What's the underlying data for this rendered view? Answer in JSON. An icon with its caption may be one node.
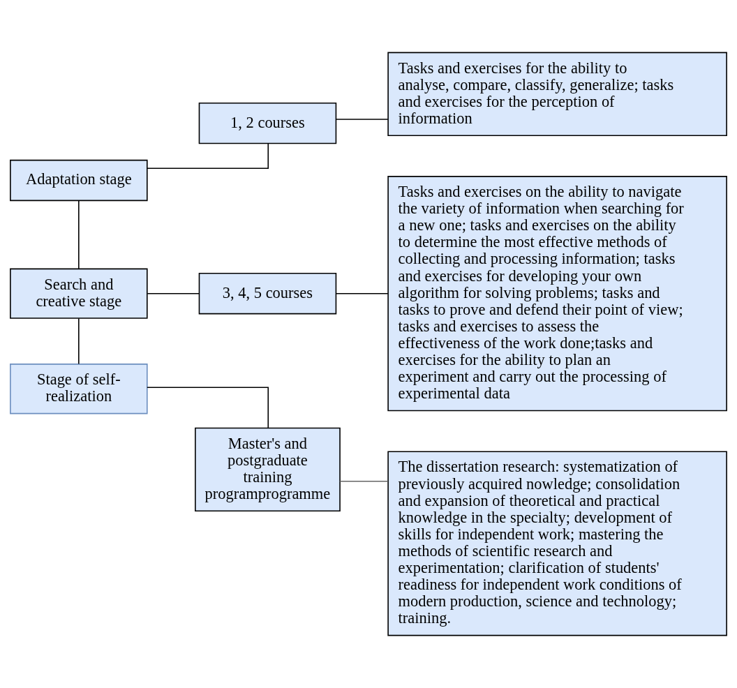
{
  "diagram": {
    "nodes": [
      {
        "text": [
          "Adaptation stage"
        ]
      },
      {
        "text": [
          "1, 2 courses"
        ]
      },
      {
        "text": [
          "Tasks and exercises for the ability to analyse, compare, classify, generalize; tasks and exercises for the perception of information"
        ]
      },
      {
        "text": [
          "Search and creative stage"
        ]
      },
      {
        "text": [
          "3, 4, 5 courses"
        ]
      },
      {
        "text": [
          "Tasks and exercises on the ability to navigate the variety of information when searching for a new one; tasks and exercises on the ability to determine the most effective methods of collecting and processing information; tasks and exercises for developing your own algorithm for solving problems; tasks and tasks to prove and defend their point of view; tasks and exercises to assess the effectiveness of the work done;tasks and exercises for the ability to plan an experiment and carry out the processing of experimental data"
        ]
      },
      {
        "text": [
          "Stage of self-realization"
        ]
      },
      {
        "text": [
          "Master's and postgraduate training programprogramme"
        ]
      },
      {
        "text": [
          "The dissertation research: systematization of previously acquired nowledge; consolidation and expansion of theoretical and practical knowledge in the specialty; development of skills for independent work; mastering the methods of scientific research and experimentation; clarification of students' readiness for independent work conditions of modern production, science and technology; training."
        ]
      }
    ],
    "edges": [
      {
        "from": 0,
        "to": 1,
        "arrow": "none"
      },
      {
        "from": 1,
        "to": 2,
        "arrow": "none"
      },
      {
        "from": 0,
        "to": 3,
        "arrow": "none"
      },
      {
        "from": 3,
        "to": 4,
        "arrow": "none"
      },
      {
        "from": 4,
        "to": 5,
        "arrow": "none"
      },
      {
        "from": 3,
        "to": 6,
        "arrow": "none"
      },
      {
        "from": 6,
        "to": 7,
        "arrow": "none"
      },
      {
        "from": 7,
        "to": 8,
        "arrow": "none",
        "color": "#666666"
      }
    ]
  }
}
